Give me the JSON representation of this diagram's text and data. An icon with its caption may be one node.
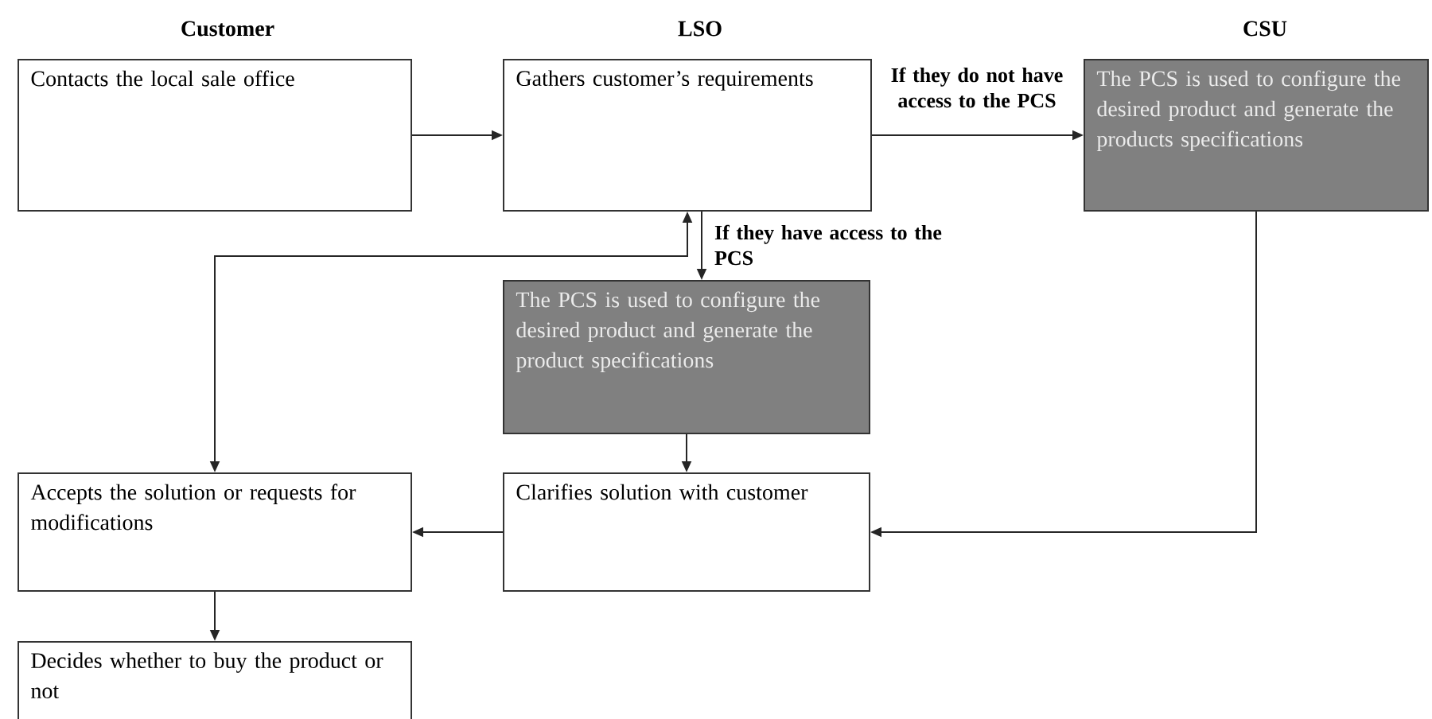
{
  "diagram": {
    "nodes": [
      {
        "text": [
          "Contacts the local sale office"
        ]
      },
      {
        "text": [
          "Gathers customer’s requirements"
        ]
      },
      {
        "text": [
          "The PCS is used to configure the desired product and generate the products specifications"
        ]
      },
      {
        "text": [
          "The PCS is used to configure the desired product and generate the product specifications"
        ]
      },
      {
        "text": [
          "Accepts the solution or requests for modifications"
        ]
      },
      {
        "text": [
          "Clarifies solution with customer"
        ]
      },
      {
        "text": [
          "Decides whether to buy the product or not"
        ]
      }
    ],
    "edges": [
      {
        "from": 0,
        "to": 1,
        "arrow": "to"
      },
      {
        "from": 1,
        "to": 2,
        "arrow": "to",
        "label": "If they do not have access to the PCS"
      },
      {
        "from": 1,
        "to": 3,
        "arrow": "to",
        "label": "If they have access to the PCS"
      },
      {
        "from": 1,
        "to": 4,
        "arrow": "both"
      },
      {
        "from": 3,
        "to": 5,
        "arrow": "to"
      },
      {
        "from": 2,
        "to": 5,
        "arrow": "to"
      },
      {
        "from": 5,
        "to": 4,
        "arrow": "to"
      },
      {
        "from": 4,
        "to": 6,
        "arrow": "to"
      }
    ],
    "labels": [
      "Customer",
      "LSO",
      "CSU"
    ]
  }
}
